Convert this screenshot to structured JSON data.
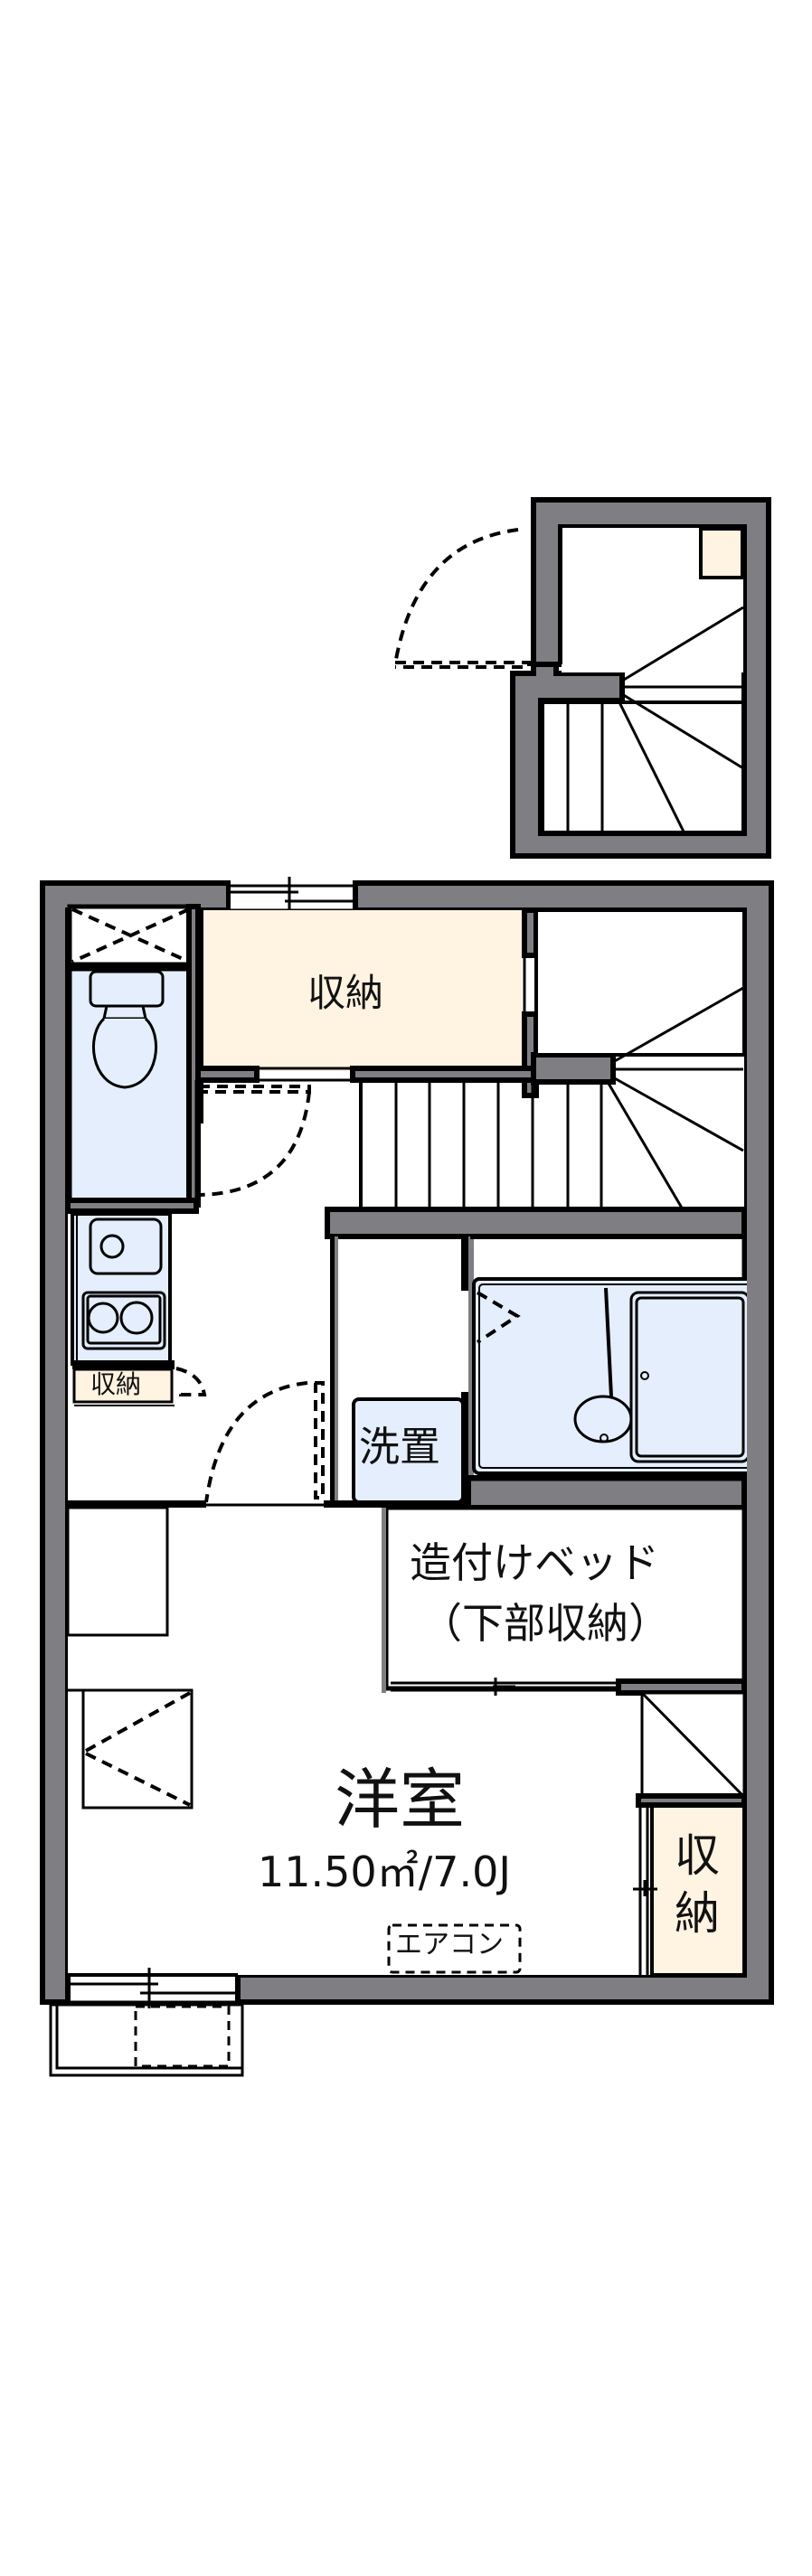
{
  "colors": {
    "wall": "#7f7f83",
    "storage_fill": "#fff3e1",
    "wet_fill": "#e4eefc",
    "line": "#000000",
    "background": "#ffffff"
  },
  "rooms": {
    "storage_top": {
      "label": "収納"
    },
    "kitchen_storage": {
      "label": "収納"
    },
    "washer": {
      "label": "洗置"
    },
    "built_in_bed": {
      "line1": "造付けベッド",
      "line2": "（下部収納）"
    },
    "western_room": {
      "label": "洋室",
      "area": "11.50㎡/7.0J"
    },
    "aircon": {
      "label": "エアコン"
    },
    "closet_right": {
      "line1": "収",
      "line2": "納"
    }
  },
  "fixtures": {
    "toilet": "toilet",
    "sink": "kitchen-sink",
    "stove": "two-burner-stove",
    "bathtub": "unit-bath",
    "staircase_upper": "spiral-stairs",
    "staircase_lower": "stairs"
  }
}
